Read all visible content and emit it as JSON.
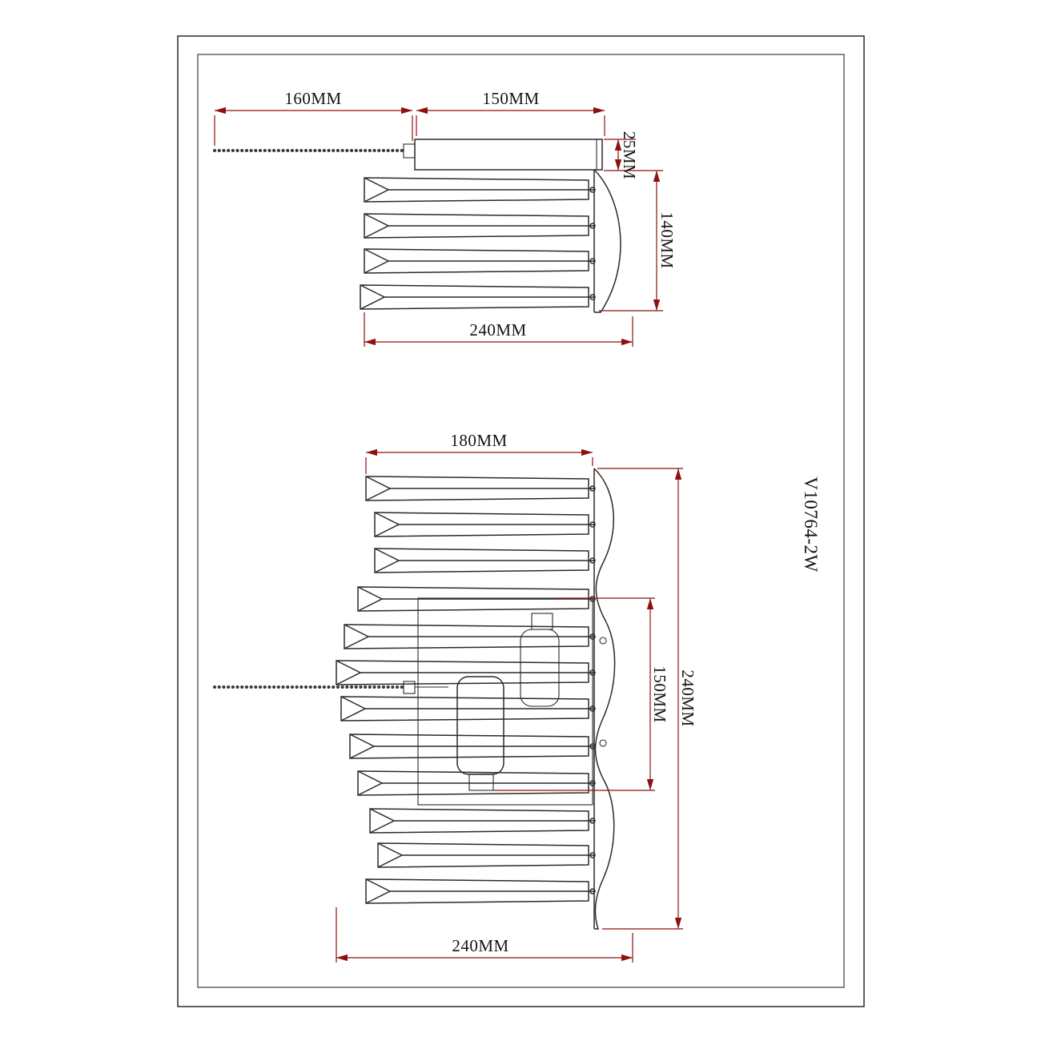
{
  "model_number": "V10764-2W",
  "unit": "MM",
  "colors": {
    "outline": "#2a2a2a",
    "dimension": "#8e1111",
    "text": "#141414",
    "background": "#ffffff"
  },
  "side_view": {
    "dims": {
      "chain_length": "160MM",
      "body_width": "150MM",
      "body_height": "25MM",
      "crystal_height": "140MM",
      "overall_width": "240MM"
    }
  },
  "front_view": {
    "dims": {
      "upper_width": "180MM",
      "inner_height": "150MM",
      "overall_height": "240MM",
      "overall_width": "240MM"
    }
  }
}
